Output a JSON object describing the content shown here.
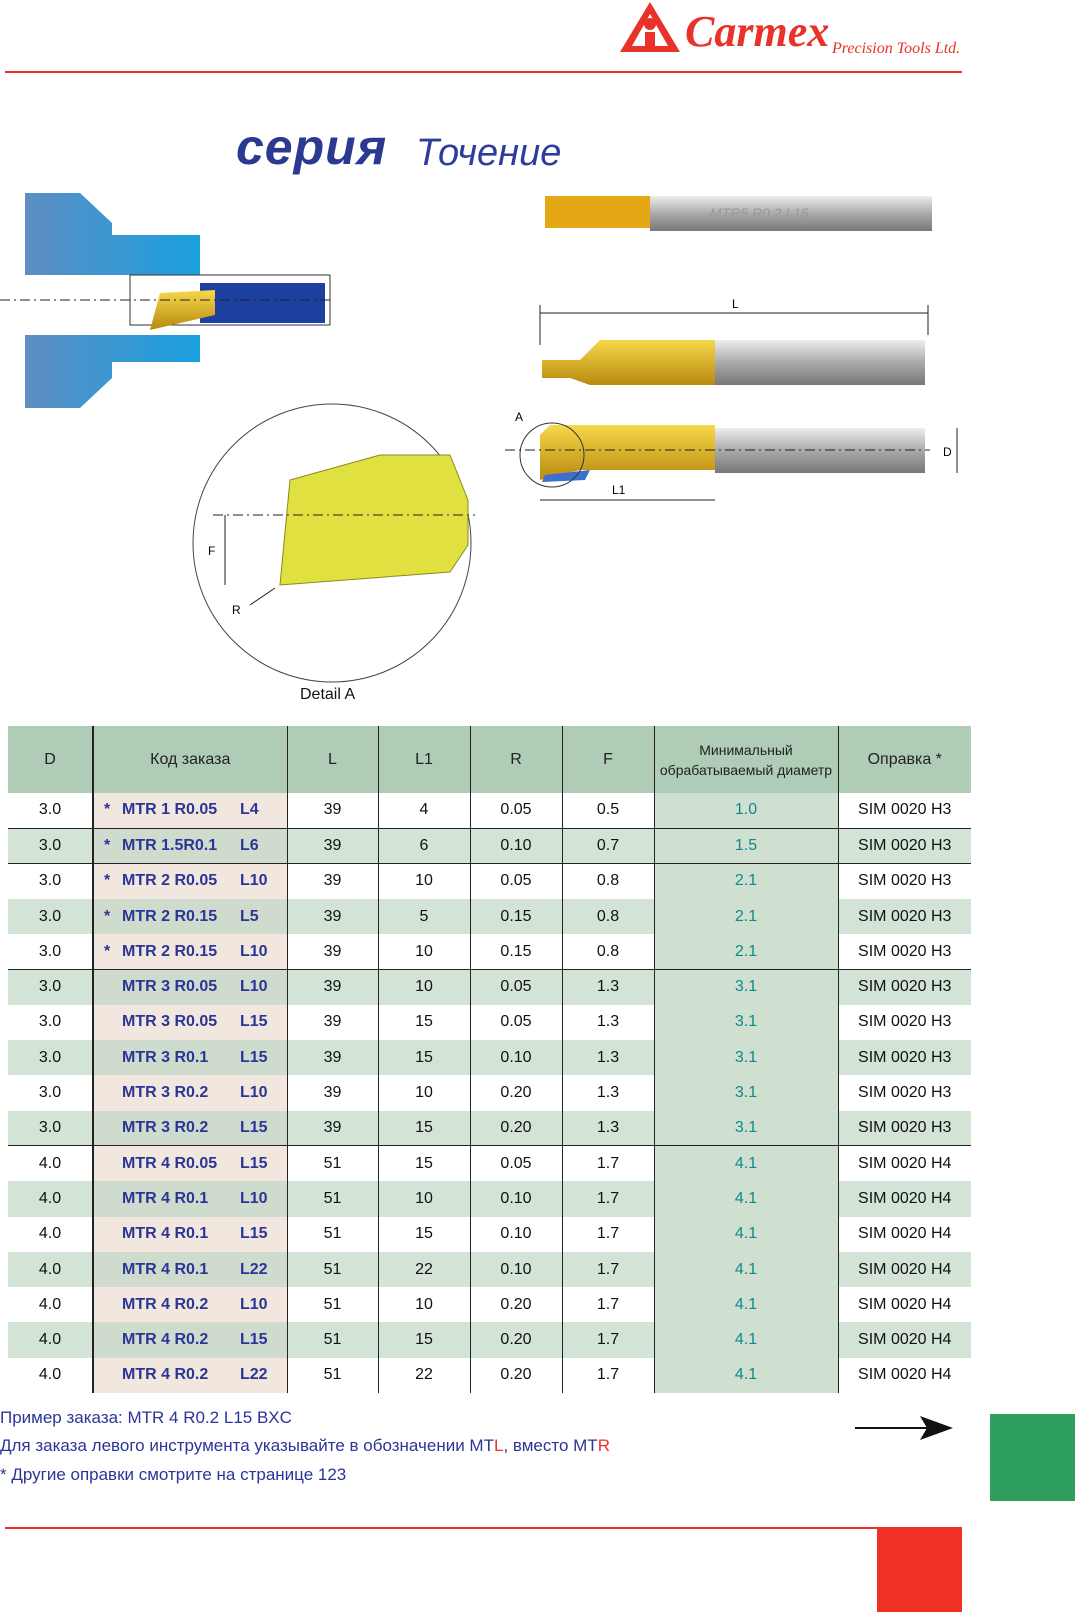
{
  "brand": {
    "name": "Carmex",
    "tagline": "Precision Tools Ltd."
  },
  "title": {
    "series": "серия",
    "subject": "Точение"
  },
  "drawing": {
    "labels": {
      "L": "L",
      "L1": "L1",
      "D": "D",
      "A": "A",
      "F": "F",
      "R": "R"
    },
    "tool_marking": "MTR5 R0.2 L15",
    "detail_label": "Detail A"
  },
  "table": {
    "headers": [
      "D",
      "Код заказа",
      "L",
      "L1",
      "R",
      "F",
      "Минимальный обрабатываемый диаметр",
      "Оправка *"
    ],
    "rows": [
      {
        "d": "3.0",
        "star": "*",
        "code": "MTR 1 R0.05",
        "len": "L4",
        "L": "39",
        "L1": "4",
        "R": "0.05",
        "F": "0.5",
        "min": "1.0",
        "holder": "SIM 0020 H3"
      },
      {
        "d": "3.0",
        "star": "*",
        "code": "MTR 1.5R0.1",
        "len": "L6",
        "L": "39",
        "L1": "6",
        "R": "0.10",
        "F": "0.7",
        "min": "1.5",
        "holder": "SIM 0020 H3"
      },
      {
        "d": "3.0",
        "star": "*",
        "code": "MTR 2 R0.05",
        "len": "L10",
        "L": "39",
        "L1": "10",
        "R": "0.05",
        "F": "0.8",
        "min": "2.1",
        "holder": "SIM 0020 H3"
      },
      {
        "d": "3.0",
        "star": "*",
        "code": "MTR 2 R0.15",
        "len": "L5",
        "L": "39",
        "L1": "5",
        "R": "0.15",
        "F": "0.8",
        "min": "2.1",
        "holder": "SIM 0020 H3"
      },
      {
        "d": "3.0",
        "star": "*",
        "code": "MTR 2 R0.15",
        "len": "L10",
        "L": "39",
        "L1": "10",
        "R": "0.15",
        "F": "0.8",
        "min": "2.1",
        "holder": "SIM 0020 H3"
      },
      {
        "d": "3.0",
        "star": "",
        "code": "MTR 3 R0.05",
        "len": "L10",
        "L": "39",
        "L1": "10",
        "R": "0.05",
        "F": "1.3",
        "min": "3.1",
        "holder": "SIM 0020 H3"
      },
      {
        "d": "3.0",
        "star": "",
        "code": "MTR 3 R0.05",
        "len": "L15",
        "L": "39",
        "L1": "15",
        "R": "0.05",
        "F": "1.3",
        "min": "3.1",
        "holder": "SIM 0020 H3"
      },
      {
        "d": "3.0",
        "star": "",
        "code": "MTR 3 R0.1",
        "len": "L15",
        "L": "39",
        "L1": "15",
        "R": "0.10",
        "F": "1.3",
        "min": "3.1",
        "holder": "SIM 0020 H3"
      },
      {
        "d": "3.0",
        "star": "",
        "code": "MTR 3 R0.2",
        "len": "L10",
        "L": "39",
        "L1": "10",
        "R": "0.20",
        "F": "1.3",
        "min": "3.1",
        "holder": "SIM 0020 H3"
      },
      {
        "d": "3.0",
        "star": "",
        "code": "MTR 3 R0.2",
        "len": "L15",
        "L": "39",
        "L1": "15",
        "R": "0.20",
        "F": "1.3",
        "min": "3.1",
        "holder": "SIM 0020 H3"
      },
      {
        "d": "4.0",
        "star": "",
        "code": "MTR 4 R0.05",
        "len": "L15",
        "L": "51",
        "L1": "15",
        "R": "0.05",
        "F": "1.7",
        "min": "4.1",
        "holder": "SIM 0020 H4"
      },
      {
        "d": "4.0",
        "star": "",
        "code": "MTR 4 R0.1",
        "len": "L10",
        "L": "51",
        "L1": "10",
        "R": "0.10",
        "F": "1.7",
        "min": "4.1",
        "holder": "SIM 0020 H4"
      },
      {
        "d": "4.0",
        "star": "",
        "code": "MTR 4 R0.1",
        "len": "L15",
        "L": "51",
        "L1": "15",
        "R": "0.10",
        "F": "1.7",
        "min": "4.1",
        "holder": "SIM 0020 H4"
      },
      {
        "d": "4.0",
        "star": "",
        "code": "MTR 4 R0.1",
        "len": "L22",
        "L": "51",
        "L1": "22",
        "R": "0.10",
        "F": "1.7",
        "min": "4.1",
        "holder": "SIM 0020 H4"
      },
      {
        "d": "4.0",
        "star": "",
        "code": "MTR 4 R0.2",
        "len": "L10",
        "L": "51",
        "L1": "10",
        "R": "0.20",
        "F": "1.7",
        "min": "4.1",
        "holder": "SIM 0020 H4"
      },
      {
        "d": "4.0",
        "star": "",
        "code": "MTR 4 R0.2",
        "len": "L15",
        "L": "51",
        "L1": "15",
        "R": "0.20",
        "F": "1.7",
        "min": "4.1",
        "holder": "SIM 0020 H4"
      },
      {
        "d": "4.0",
        "star": "",
        "code": "MTR 4 R0.2",
        "len": "L22",
        "L": "51",
        "L1": "22",
        "R": "0.20",
        "F": "1.7",
        "min": "4.1",
        "holder": "SIM 0020 H4"
      }
    ]
  },
  "notes": {
    "example": "Пример заказа: MTR 4 R0.2 L15 BXC",
    "left_a": "Для заказа левого инструмента указывайте в обозначении MT",
    "left_L": "L",
    "left_b": ", вместо MT",
    "left_R": "R",
    "other": "* Другие оправки смотрите на странице 123"
  },
  "colors": {
    "brand_red": "#e8322a",
    "title_blue": "#2b3990",
    "header_green": "#afcdb6",
    "tab_green": "#2e9e5e"
  }
}
